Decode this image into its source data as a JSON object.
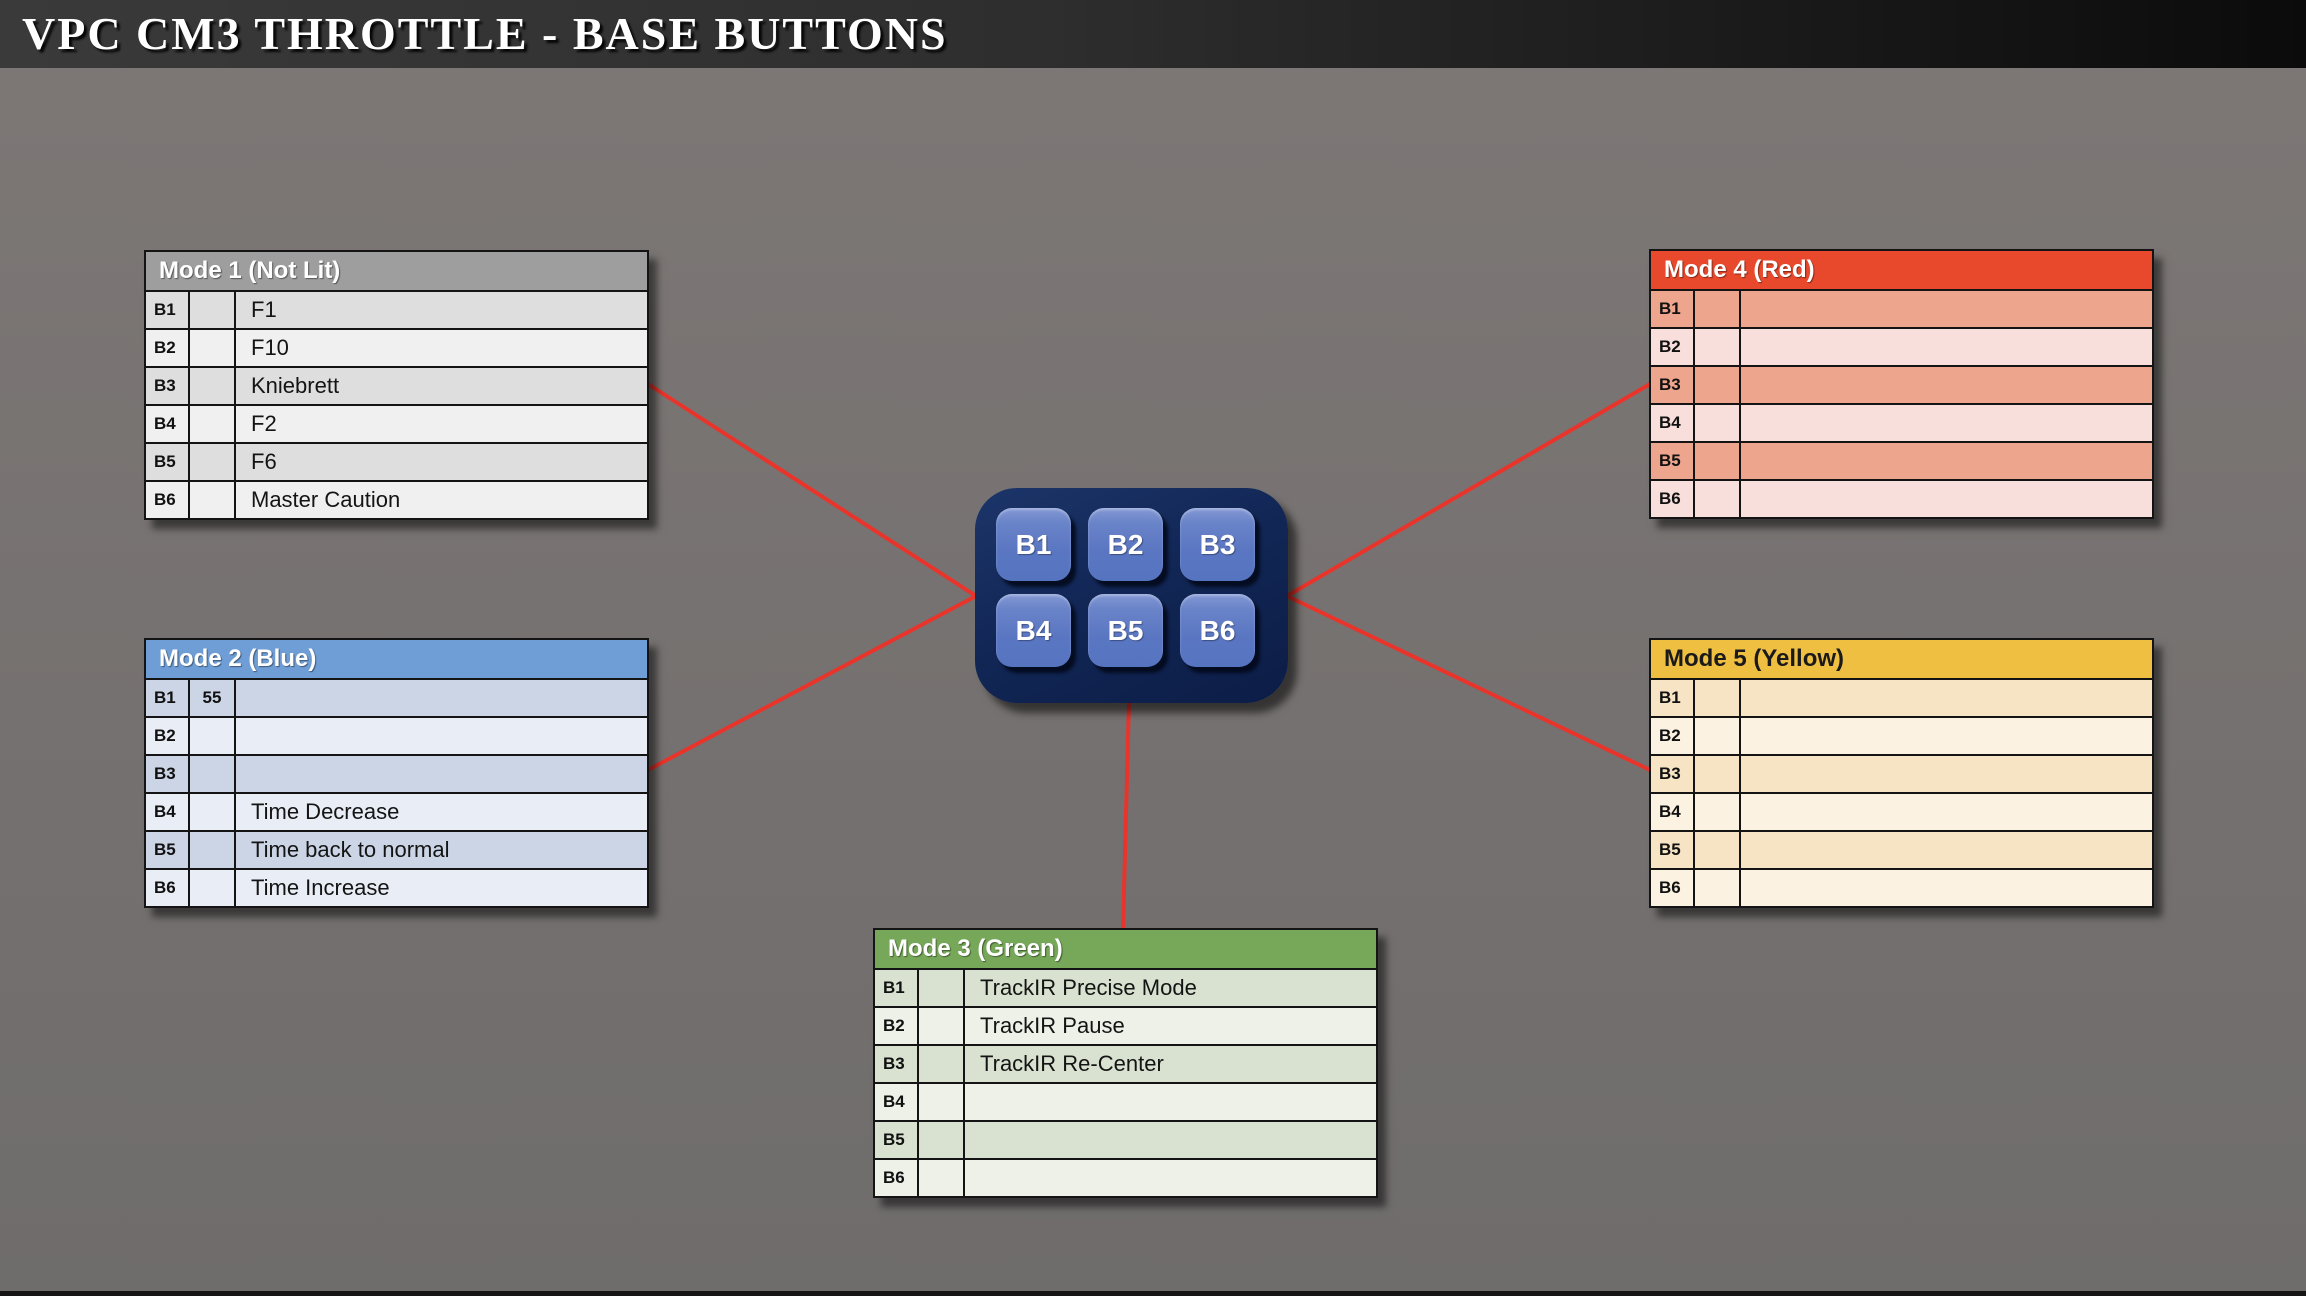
{
  "header": {
    "title": "VPC CM3 THROTTLE - BASE BUTTONS"
  },
  "pad": {
    "buttons": [
      "B1",
      "B2",
      "B3",
      "B4",
      "B5",
      "B6"
    ]
  },
  "tables": [
    {
      "title": "Mode 1 (Not Lit)",
      "rows": [
        {
          "button": "B1",
          "col2": "",
          "action": "F1"
        },
        {
          "button": "B2",
          "col2": "",
          "action": "F10"
        },
        {
          "button": "B3",
          "col2": "",
          "action": "Kniebrett"
        },
        {
          "button": "B4",
          "col2": "",
          "action": "F2"
        },
        {
          "button": "B5",
          "col2": "",
          "action": "F6"
        },
        {
          "button": "B6",
          "col2": "",
          "action": "Master Caution"
        }
      ]
    },
    {
      "title": "Mode 2 (Blue)",
      "rows": [
        {
          "button": "B1",
          "col2": "55",
          "action": ""
        },
        {
          "button": "B2",
          "col2": "",
          "action": ""
        },
        {
          "button": "B3",
          "col2": "",
          "action": ""
        },
        {
          "button": "B4",
          "col2": "",
          "action": "Time Decrease"
        },
        {
          "button": "B5",
          "col2": "",
          "action": "Time back to normal"
        },
        {
          "button": "B6",
          "col2": "",
          "action": "Time Increase"
        }
      ]
    },
    {
      "title": "Mode 3 (Green)",
      "rows": [
        {
          "button": "B1",
          "col2": "",
          "action": "TrackIR Precise Mode"
        },
        {
          "button": "B2",
          "col2": "",
          "action": "TrackIR Pause"
        },
        {
          "button": "B3",
          "col2": "",
          "action": "TrackIR Re-Center"
        },
        {
          "button": "B4",
          "col2": "",
          "action": ""
        },
        {
          "button": "B5",
          "col2": "",
          "action": ""
        },
        {
          "button": "B6",
          "col2": "",
          "action": ""
        }
      ]
    },
    {
      "title": "Mode 4 (Red)",
      "rows": [
        {
          "button": "B1",
          "col2": "",
          "action": ""
        },
        {
          "button": "B2",
          "col2": "",
          "action": ""
        },
        {
          "button": "B3",
          "col2": "",
          "action": ""
        },
        {
          "button": "B4",
          "col2": "",
          "action": ""
        },
        {
          "button": "B5",
          "col2": "",
          "action": ""
        },
        {
          "button": "B6",
          "col2": "",
          "action": ""
        }
      ]
    },
    {
      "title": "Mode 5 (Yellow)",
      "rows": [
        {
          "button": "B1",
          "col2": "",
          "action": ""
        },
        {
          "button": "B2",
          "col2": "",
          "action": ""
        },
        {
          "button": "B3",
          "col2": "",
          "action": ""
        },
        {
          "button": "B4",
          "col2": "",
          "action": ""
        },
        {
          "button": "B5",
          "col2": "",
          "action": ""
        },
        {
          "button": "B6",
          "col2": "",
          "action": ""
        }
      ]
    }
  ],
  "colors": {
    "mode1_header": "#9e9e9e",
    "mode2_header": "#6f9ed7",
    "mode3_header": "#77a859",
    "mode4_header": "#e8492c",
    "mode5_header": "#efbf41",
    "connector_line": "#e8342a",
    "pad_background": "#122756",
    "pad_button": "#5a76c2",
    "title_bar_left": "#3a3a3a",
    "title_bar_right": "#0b0b0b",
    "background": "#757170"
  }
}
